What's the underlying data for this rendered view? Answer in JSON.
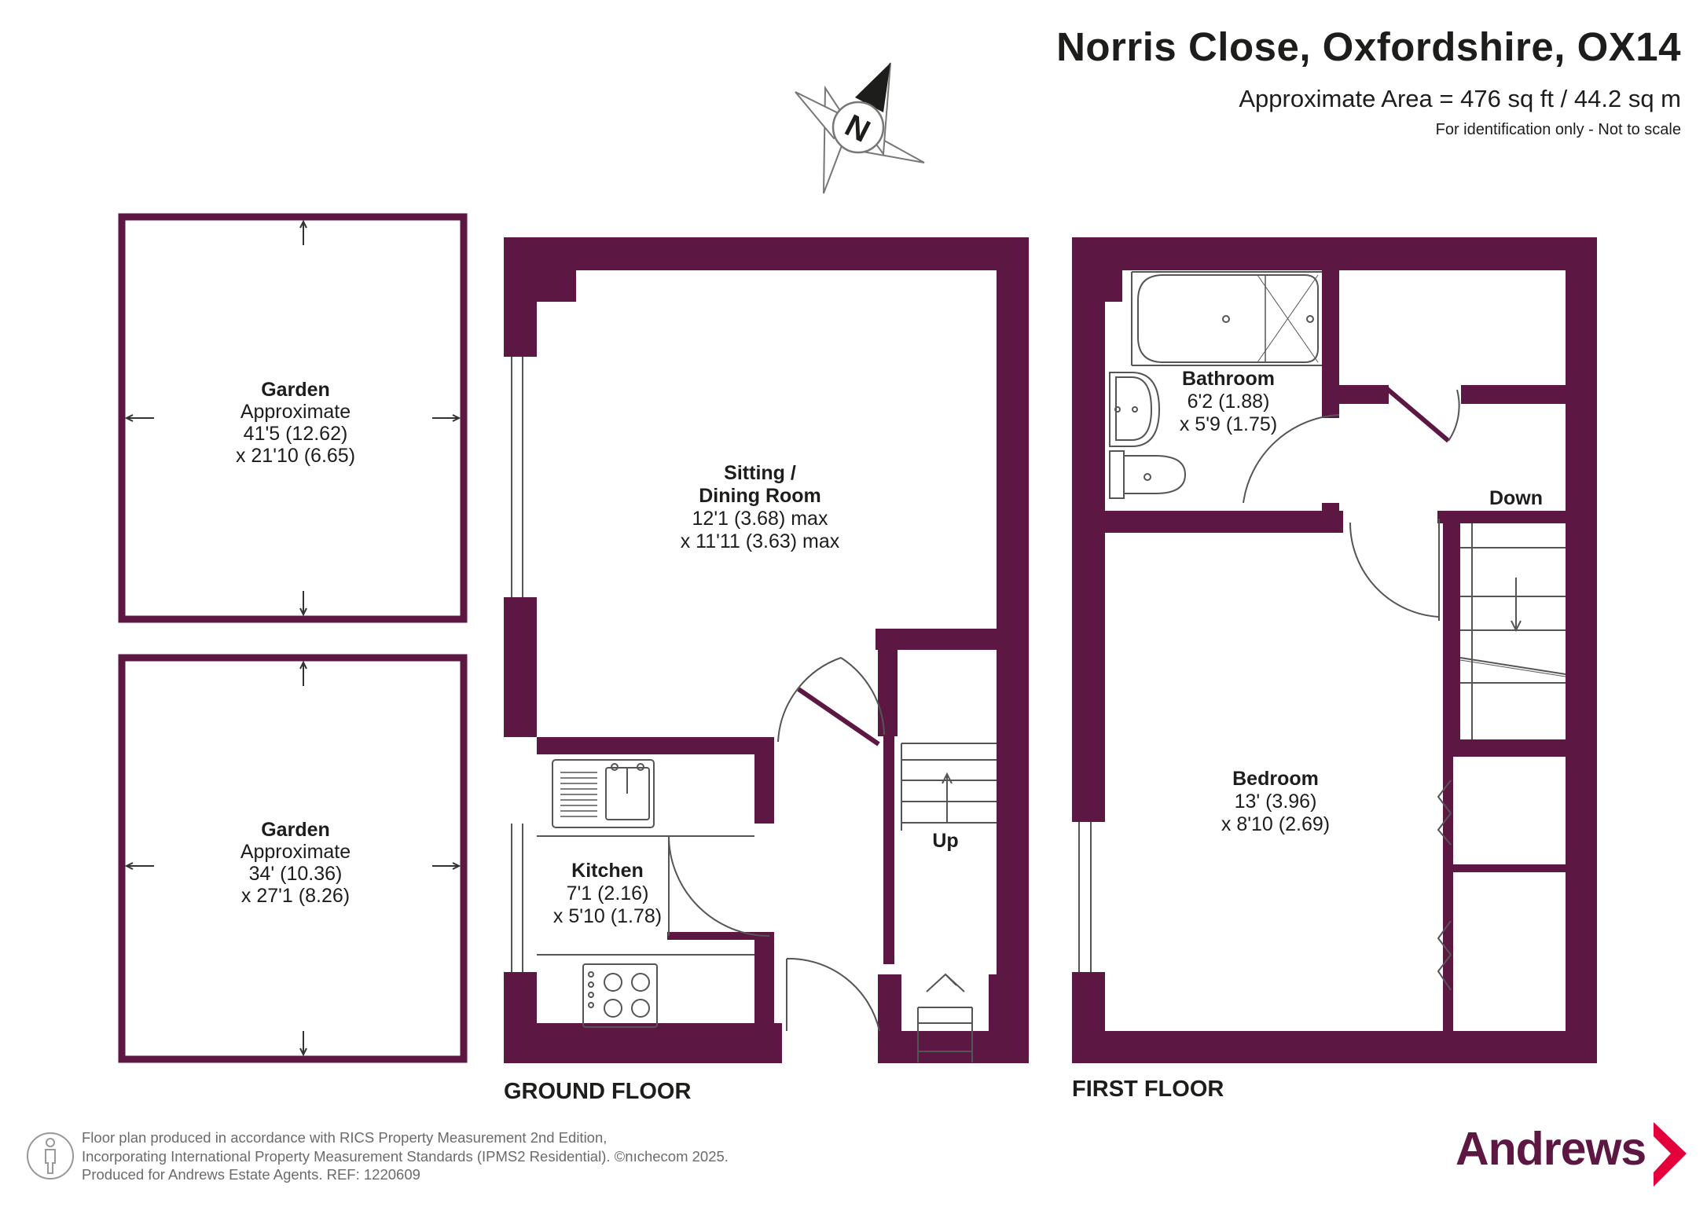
{
  "header": {
    "title": "Norris Close, Oxfordshire, OX14",
    "area": "Approximate Area = 476 sq ft / 44.2 sq m",
    "disclaimer": "For identification only - Not to scale"
  },
  "compass": {
    "label": "N"
  },
  "colors": {
    "wall": "#5c1742",
    "fixture": "#555555",
    "text": "#1d1d1b"
  },
  "gardens": [
    {
      "name": "Garden",
      "line1": "Approximate",
      "line2": "41'5 (12.62)",
      "line3": "x 21'10 (6.65)"
    },
    {
      "name": "Garden",
      "line1": "Approximate",
      "line2": "34' (10.36)",
      "line3": "x 27'1 (8.26)"
    }
  ],
  "ground_floor": {
    "label": "GROUND FLOOR",
    "sitting": {
      "name1": "Sitting /",
      "name2": "Dining Room",
      "dim1": "12'1 (3.68) max",
      "dim2": "x 11'11 (3.63) max"
    },
    "kitchen": {
      "name": "Kitchen",
      "dim1": "7'1 (2.16)",
      "dim2": "x 5'10 (1.78)"
    },
    "stairs_label": "Up"
  },
  "first_floor": {
    "label": "FIRST FLOOR",
    "bathroom": {
      "name": "Bathroom",
      "dim1": "6'2 (1.88)",
      "dim2": "x 5'9 (1.75)"
    },
    "bedroom": {
      "name": "Bedroom",
      "dim1": "13' (3.96)",
      "dim2": "x 8'10 (2.69)"
    },
    "stairs_label": "Down"
  },
  "footer": {
    "line1": "Floor plan produced in accordance with RICS Property Measurement 2nd Edition,",
    "line2": "Incorporating International Property Measurement Standards (IPMS2 Residential).  ©nıchecom 2025.",
    "line3": "Produced for Andrews Estate Agents.   REF: 1220609"
  },
  "brand": {
    "name": "Andrews"
  }
}
